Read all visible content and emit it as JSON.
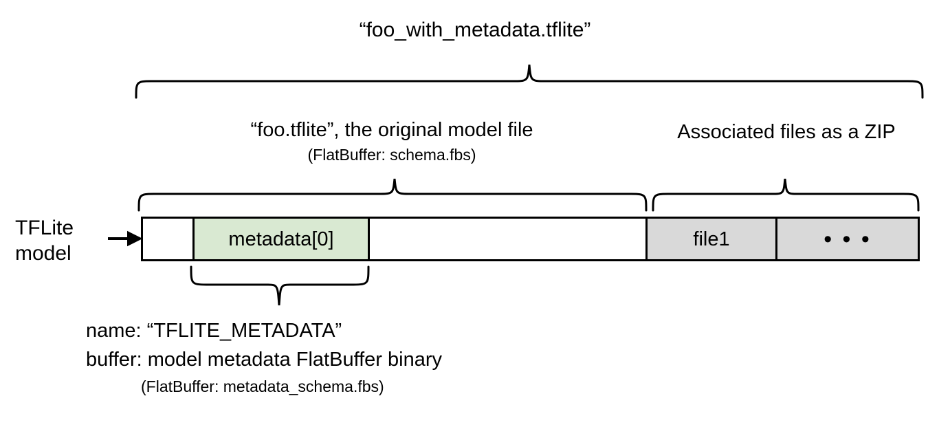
{
  "diagram": {
    "title": "“foo_with_metadata.tflite”",
    "left_label": {
      "line1": "TFLite",
      "line2": "model",
      "arrow_icon": "arrow-right-icon"
    },
    "sections": {
      "model_file": {
        "label": "“foo.tflite”, the original model file",
        "sublabel": "(FlatBuffer: schema.fbs)"
      },
      "zip": {
        "label": "Associated files as a ZIP"
      }
    },
    "bar_cells": [
      {
        "name": "leading-pad",
        "text": "",
        "fill": "#ffffff"
      },
      {
        "name": "metadata",
        "text": "metadata[0]",
        "fill": "#d9e9d2"
      },
      {
        "name": "model-body",
        "text": "",
        "fill": "#ffffff"
      },
      {
        "name": "file1",
        "text": "file1",
        "fill": "#d9d9d9"
      },
      {
        "name": "more-files",
        "text": "• • •",
        "fill": "#d9d9d9"
      }
    ],
    "metadata_detail": {
      "line1": "name: “TFLITE_METADATA”",
      "line2": "buffer: model metadata FlatBuffer binary",
      "line3": "(FlatBuffer: metadata_schema.fbs)"
    },
    "colors": {
      "metadata_fill": "#d9e9d2",
      "zip_fill": "#d9d9d9",
      "stroke": "#000000",
      "background": "#ffffff"
    }
  }
}
